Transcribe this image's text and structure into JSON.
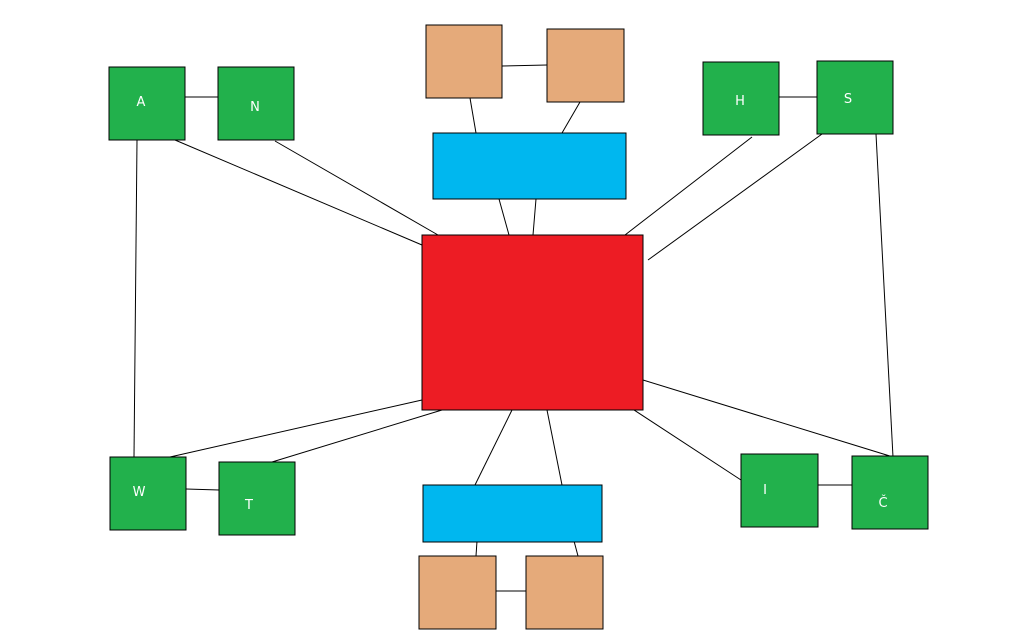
{
  "colors": {
    "background": "#ffffff",
    "hub": "#ed1c24",
    "green": "#22b14c",
    "blue": "#00b7ef",
    "tan": "#e5aa7a",
    "line": "#000000",
    "label": "#ffffff"
  },
  "nodes": {
    "hub": {
      "label": ""
    },
    "a": {
      "label": "A"
    },
    "n": {
      "label": "N"
    },
    "h": {
      "label": "H"
    },
    "s": {
      "label": "S"
    },
    "w": {
      "label": "W"
    },
    "t": {
      "label": "T"
    },
    "i": {
      "label": "I"
    },
    "c": {
      "label": "Č"
    },
    "top_bar": {
      "label": ""
    },
    "bottom_bar": {
      "label": ""
    },
    "top_left_box": {
      "label": ""
    },
    "top_right_box": {
      "label": ""
    },
    "bottom_left_box": {
      "label": ""
    },
    "bottom_right_box": {
      "label": ""
    }
  },
  "edges": [
    [
      "a",
      "n"
    ],
    [
      "h",
      "s"
    ],
    [
      "w",
      "t"
    ],
    [
      "i",
      "c"
    ],
    [
      "a",
      "w"
    ],
    [
      "s",
      "c"
    ],
    [
      "a",
      "hub"
    ],
    [
      "n",
      "hub"
    ],
    [
      "h",
      "hub"
    ],
    [
      "s",
      "hub"
    ],
    [
      "w",
      "hub"
    ],
    [
      "t",
      "hub"
    ],
    [
      "i",
      "hub"
    ],
    [
      "c",
      "hub"
    ],
    [
      "top_bar",
      "hub"
    ],
    [
      "bottom_bar",
      "hub"
    ],
    [
      "top_left_box",
      "top_right_box"
    ],
    [
      "top_left_box",
      "top_bar"
    ],
    [
      "top_right_box",
      "top_bar"
    ],
    [
      "bottom_left_box",
      "bottom_right_box"
    ],
    [
      "bottom_left_box",
      "bottom_bar"
    ],
    [
      "bottom_right_box",
      "bottom_bar"
    ]
  ]
}
